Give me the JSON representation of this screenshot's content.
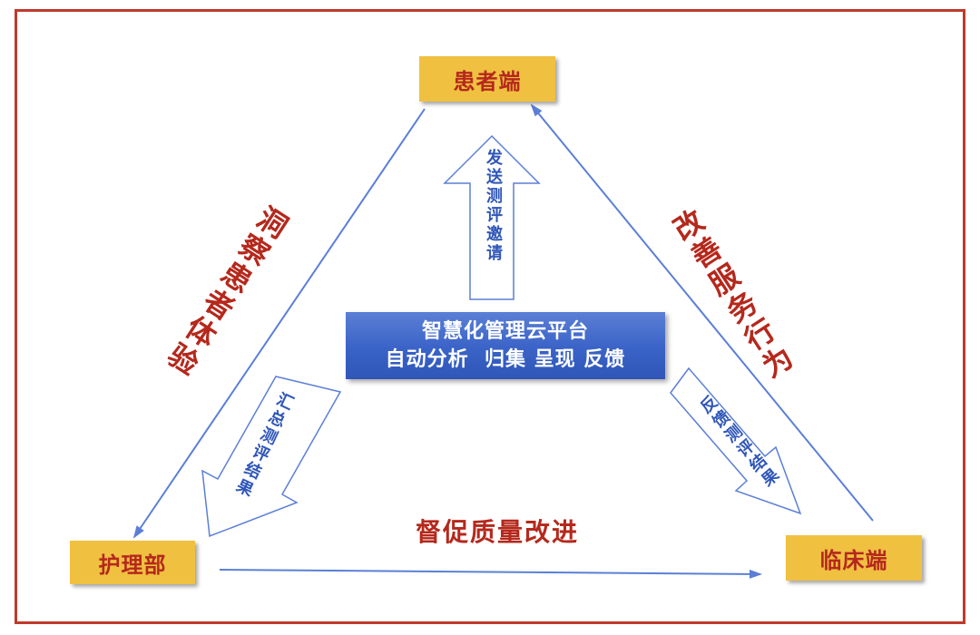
{
  "nodes": {
    "patient": "患者端",
    "nursing": "护理部",
    "clinical": "临床端"
  },
  "center": {
    "line1": "智慧化管理云平台",
    "line2": "自动分析  归集 呈现 反馈"
  },
  "arrows": {
    "up": "发送测评邀请",
    "to_nursing": "汇总测评结果",
    "to_clinical": "反馈测评结果"
  },
  "edges": {
    "left": "洞察患者体验",
    "right": "改善服务行为",
    "bottom": "督促质量改进"
  },
  "colors": {
    "frame": "#c0392b",
    "node_fill": "#f0c040",
    "label_red": "#b5281c",
    "line_blue": "#5b7fd6",
    "center_blue": "#3a63c7"
  }
}
